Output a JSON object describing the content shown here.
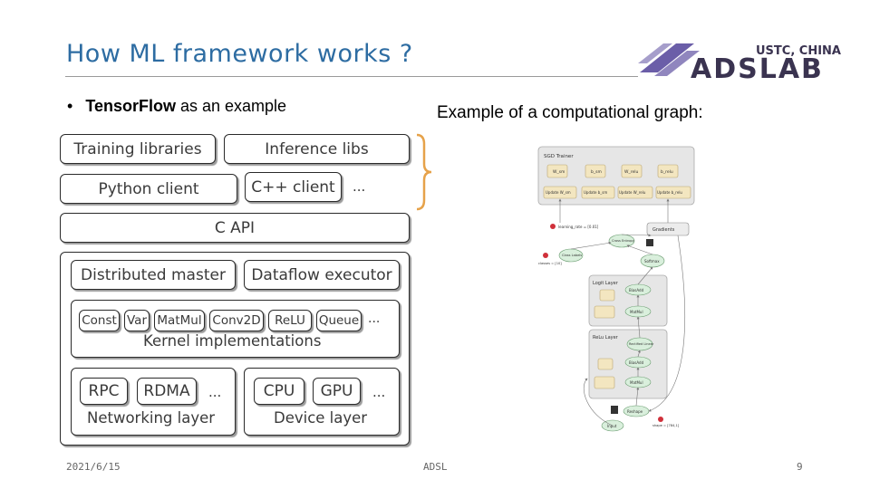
{
  "title": "How ML framework works ?",
  "logo": {
    "top_text": "USTC, CHINA",
    "main_text": "ADSLAB"
  },
  "bullet": {
    "marker": "•",
    "bold": "TensorFlow",
    "rest": " as an example"
  },
  "graph_caption": "Example of a computational graph:",
  "architecture": {
    "training_libraries": "Training libraries",
    "inference_libs": "Inference libs",
    "python_client": "Python client",
    "cpp_client": "C++ client",
    "clients_more": "...",
    "c_api": "C API",
    "distributed_master": "Distributed master",
    "dataflow_executor": "Dataflow executor",
    "kernels": [
      "Const",
      "Var",
      "MatMul",
      "Conv2D",
      "ReLU",
      "Queue"
    ],
    "kernels_more": "...",
    "kernel_implementations": "Kernel implementations",
    "rpc": "RPC",
    "rdma": "RDMA",
    "net_more": "...",
    "networking_layer": "Networking layer",
    "cpu": "CPU",
    "gpu": "GPU",
    "dev_more": "...",
    "device_layer": "Device layer"
  },
  "graph": {
    "sgd_trainer": "SGD Trainer",
    "w_sm": "W_sm",
    "b_sm": "b_sm",
    "w_relu": "W_relu",
    "b_relu": "b_relu",
    "update_w_sm": "Update W_sm",
    "update_b_sm": "Update b_sm",
    "update_w_relu": "Update W_relu",
    "update_b_relu": "Update b_relu",
    "learning_rate": "learning_rate = [0.01]",
    "gradients": "Gradients",
    "cross_entropy": "Cross Entropy",
    "class_labels": "Class Labels",
    "classes": "classes = [10]",
    "softmax": "Softmax",
    "logit_layer": "Logit Layer",
    "biasadd": "BiasAdd",
    "matmul": "MatMul",
    "relu_layer": "ReLu Layer",
    "rectified_linear": "Rectified Linear",
    "reshape": "Reshape",
    "shape": "shape = [784,1]",
    "input": "Input"
  },
  "footer": {
    "date": "2021/6/15",
    "center": "ADSL",
    "page": "9"
  },
  "colors": {
    "title": "#2d6ca2",
    "logo_dark": "#3a3350",
    "logo_accent": "#6b5ea8",
    "node_green": "#d9efdc",
    "node_yellow": "#f3e6c0",
    "brace": "#e6a24a"
  }
}
